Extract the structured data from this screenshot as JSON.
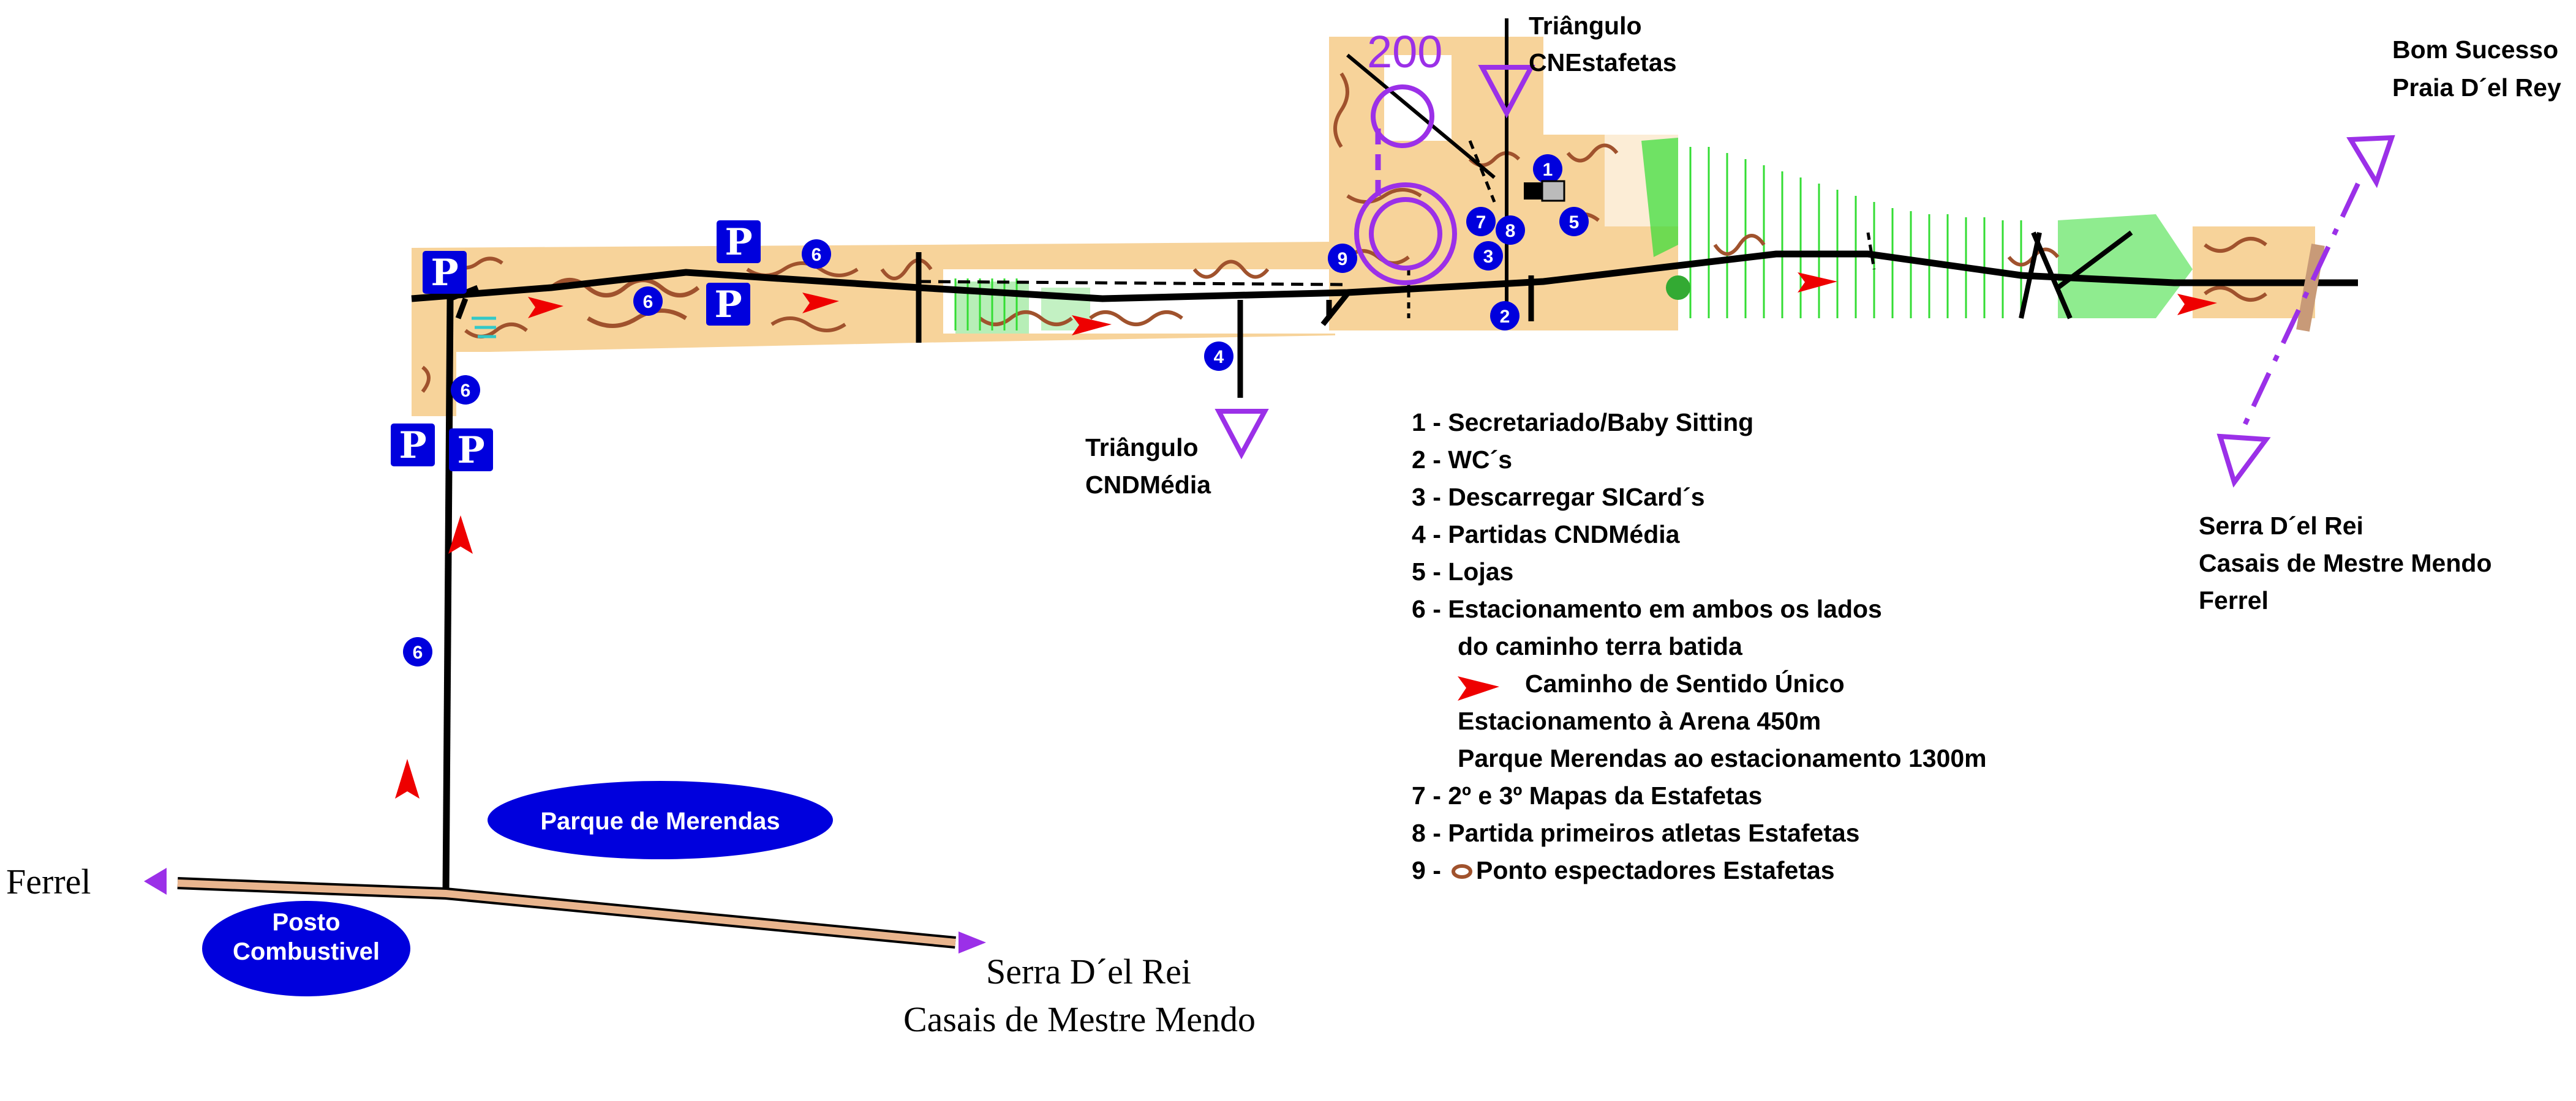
{
  "map": {
    "control_number": "200",
    "destinations": {
      "top_triangle": [
        "Triângulo",
        "CNEstafetas"
      ],
      "mid_triangle": [
        "Triângulo",
        "CNDMédia"
      ],
      "top_right": [
        "Bom Sucesso",
        "Praia D´el Rey"
      ],
      "right": [
        "Serra D´el Rei",
        "Casais de Mestre Mendo",
        "Ferrel"
      ],
      "left_road": "Ferrel",
      "bottom_road": [
        "Serra D´el Rei",
        "Casais de Mestre Mendo"
      ]
    },
    "places": {
      "picnic": "Parque de Merendas",
      "fuel": [
        "Posto",
        "Combustivel"
      ]
    },
    "parking_symbol": "P",
    "badges": {
      "n1": "1",
      "n2": "2",
      "n3": "3",
      "n4": "4",
      "n5": "5",
      "n6": "6",
      "n7": "7",
      "n8": "8",
      "n9": "9"
    },
    "colors": {
      "road": "#000000",
      "open_land": "#f7d39a",
      "vegetation": "#33dd33",
      "contour": "#a0522d",
      "badge": "#0000dd",
      "course": "#9b30e8",
      "one_way_arrow": "#ee0000",
      "paved_road_fill": "#e9b58e"
    }
  },
  "legend": {
    "items": [
      "1 - Secretariado/Baby Sitting",
      "2 - WC´s",
      "3 - Descarregar SICard´s",
      "4 - Partidas CNDMédia",
      "5 - Lojas",
      "6 - Estacionamento em ambos os lados",
      "do caminho terra batida",
      "Caminho de Sentido Único",
      "Estacionamento à Arena 450m",
      "Parque Merendas ao estacionamento 1300m",
      "7 - 2º e 3º Mapas da Estafetas",
      "8 - Partida primeiros atletas Estafetas",
      "9 -",
      "Ponto espectadores Estafetas"
    ]
  }
}
